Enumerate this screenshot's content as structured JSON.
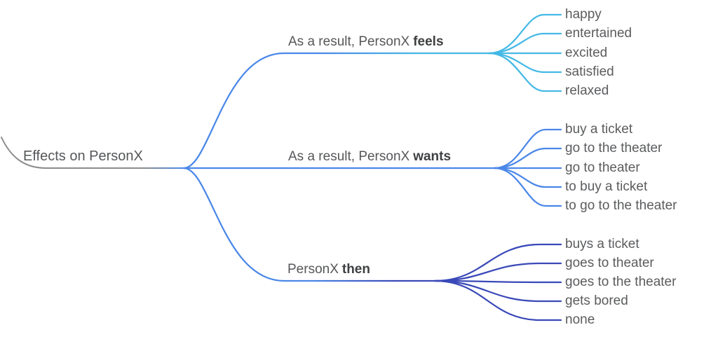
{
  "root": {
    "label": "Effects on PersonX"
  },
  "branches": [
    {
      "prefix": "As a result, PersonX",
      "keyword": "feels",
      "line_color": "#45b9e6",
      "children": [
        "happy",
        "entertained",
        "excited",
        "satisfied",
        "relaxed"
      ]
    },
    {
      "prefix": "As a result, PersonX",
      "keyword": "wants",
      "line_color": "#4a87e8",
      "children": [
        "buy a ticket",
        "go to the theater",
        "go to theater",
        "to buy a ticket",
        "to go to the theater"
      ]
    },
    {
      "prefix": "PersonX",
      "keyword": "then",
      "line_color": "#3a49b8",
      "children": [
        "buys a ticket",
        "goes to theater",
        "goes to the theater",
        "gets bored",
        "none"
      ]
    }
  ],
  "colors": {
    "background": "#ffffff",
    "root_line": "#8c8c8c",
    "blue": "#4a87e8",
    "cyan": "#45b9e6",
    "navy": "#3a49b8",
    "label_text": "#565759",
    "keyword_text": "#3f4042",
    "leaf_text": "#5b5c5e"
  }
}
